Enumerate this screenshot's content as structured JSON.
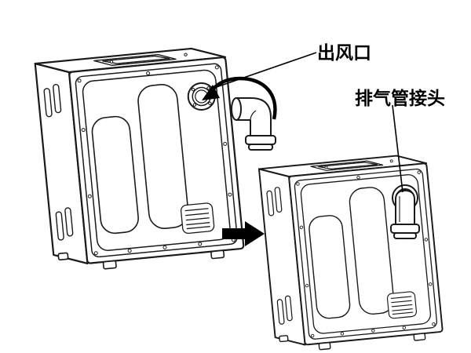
{
  "figure": {
    "type": "appliance-exhaust-installation-diagram",
    "labels": {
      "air_outlet": "出风口",
      "exhaust_connector": "排气管接头"
    },
    "icons": {
      "step_arrow": "right-arrow",
      "rotation_arrow": "curved-insert-arrow"
    },
    "colors": {
      "line": "#1a1a1a",
      "background": "#ffffff",
      "arrow": "#000000"
    }
  }
}
